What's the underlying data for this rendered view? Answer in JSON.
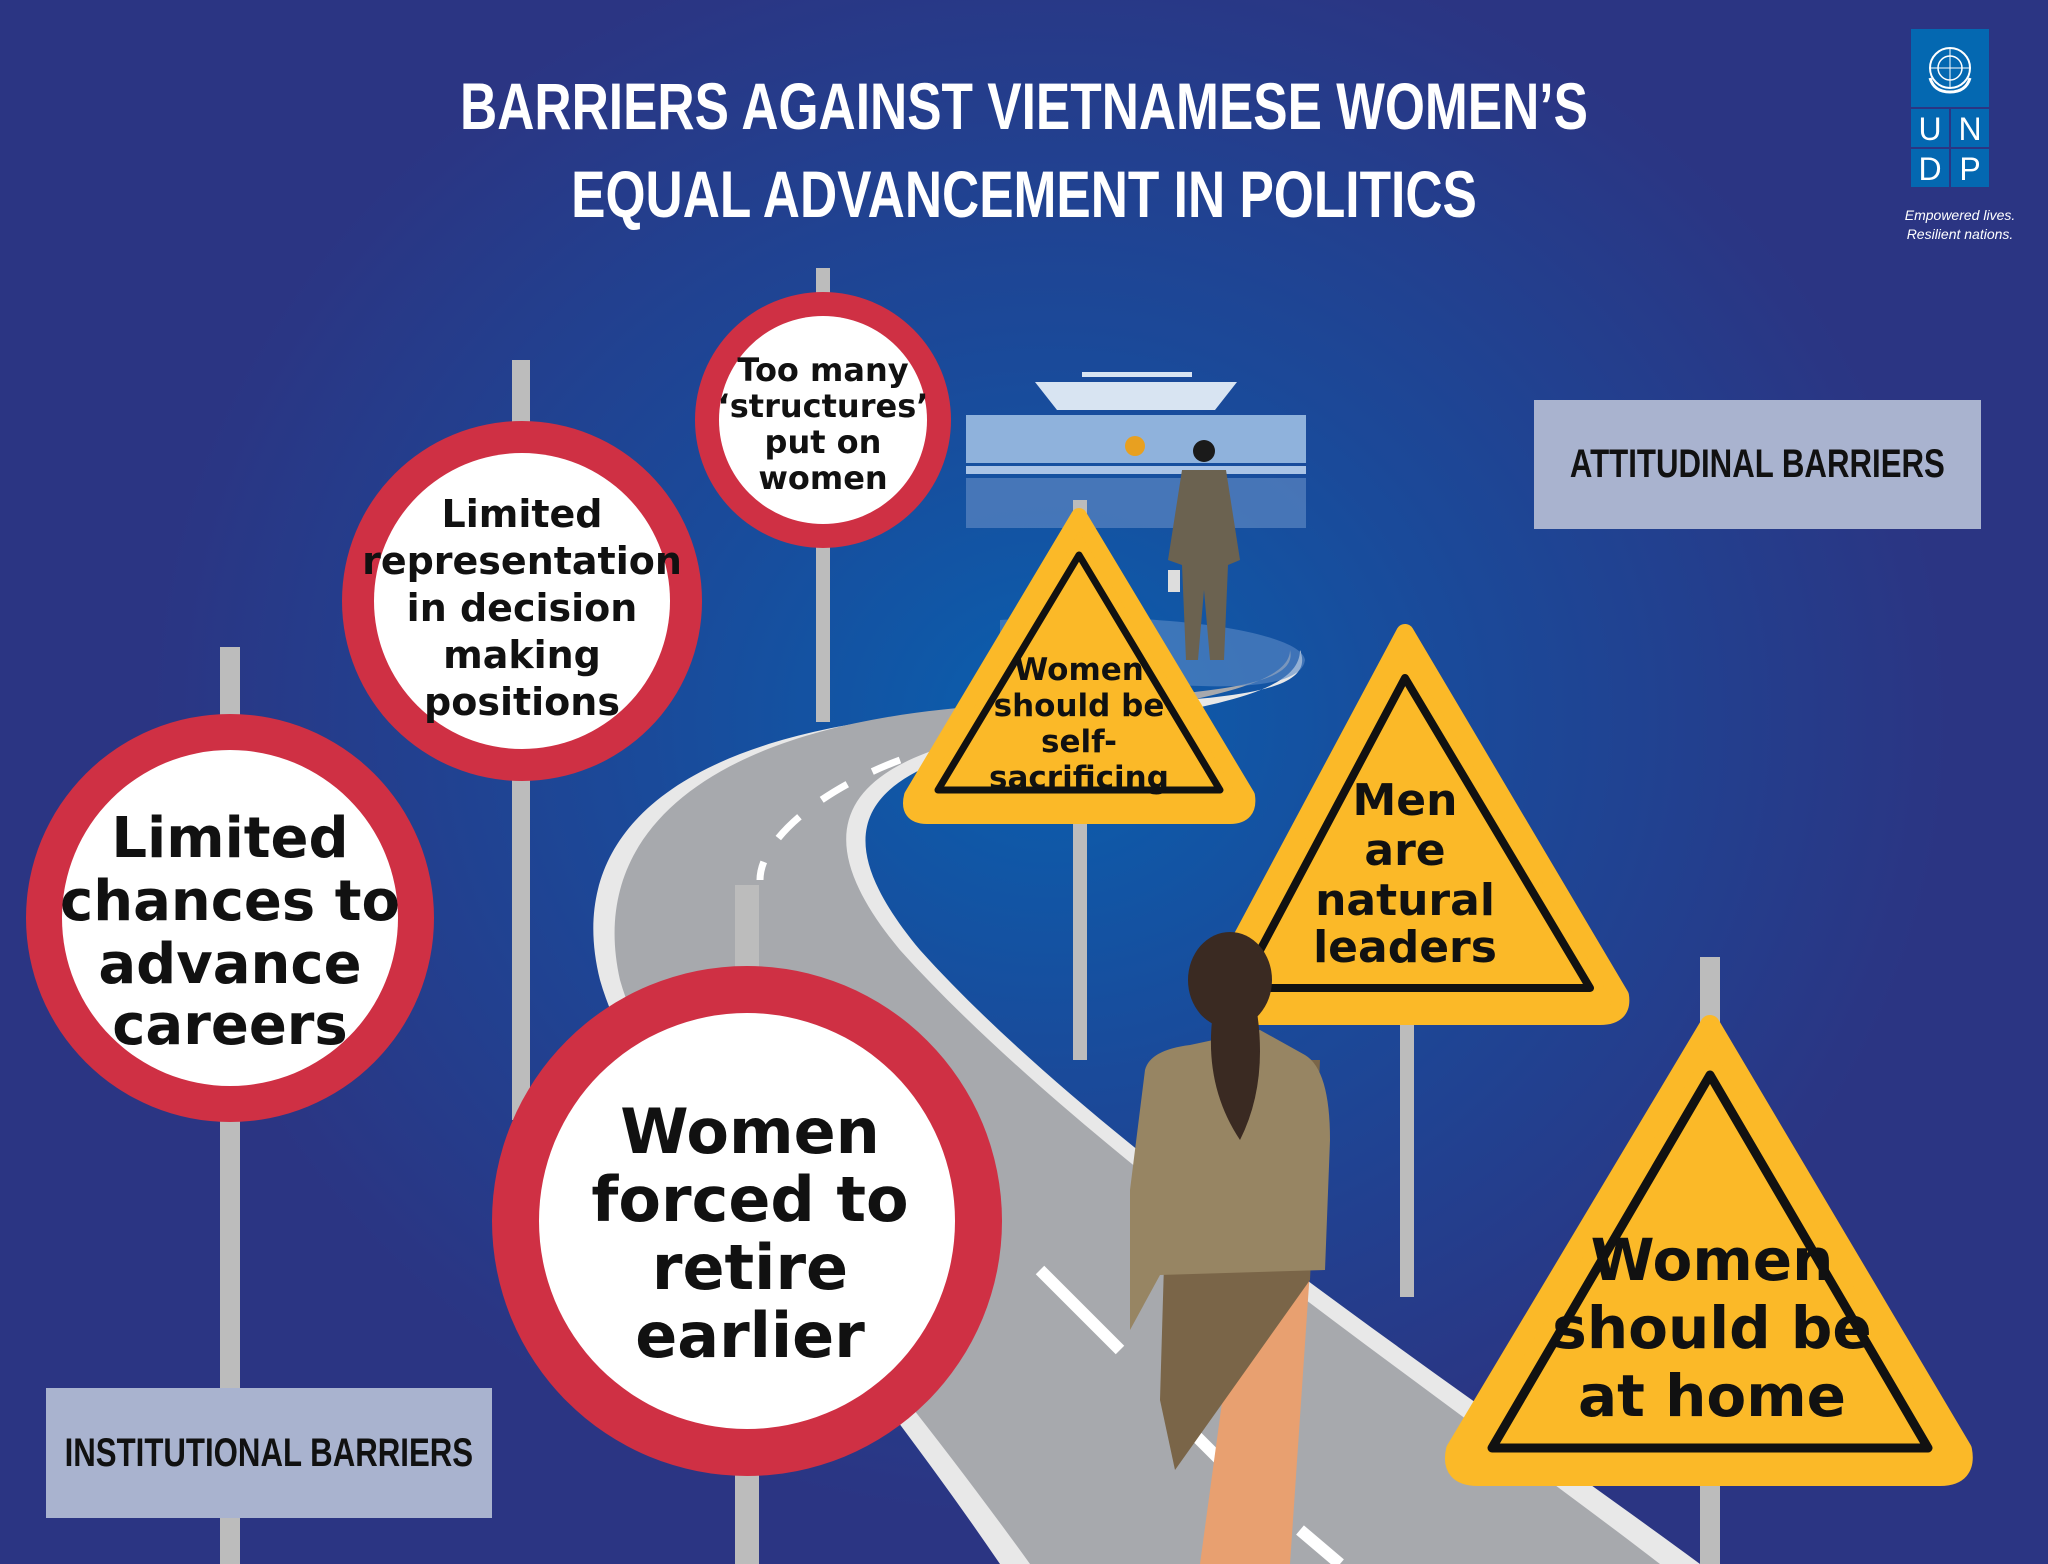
{
  "title": {
    "line1": "BARRIERS AGAINST VIETNAMESE WOMEN’S",
    "line2": "EQUAL ADVANCEMENT IN POLITICS"
  },
  "logo": {
    "letters": [
      "U",
      "N",
      "D",
      "P"
    ],
    "tagline1": "Empowered lives.",
    "tagline2": "Resilient nations."
  },
  "labels": {
    "attitudinal": "ATTITUDINAL BARRIERS",
    "institutional": "INSTITUTIONAL BARRIERS"
  },
  "institutional_signs": [
    {
      "lines": [
        "Limited",
        "chances to",
        "advance",
        "careers"
      ]
    },
    {
      "lines": [
        "Limited",
        "representation",
        "in decision",
        "making",
        "positions"
      ]
    },
    {
      "lines": [
        "Too many",
        "‘structures’",
        "put on",
        "women"
      ]
    },
    {
      "lines": [
        "Women",
        "forced to",
        "retire",
        "earlier"
      ]
    }
  ],
  "attitudinal_signs": [
    {
      "lines": [
        "Women",
        "should be",
        "self-",
        "sacrificing"
      ]
    },
    {
      "lines": [
        "Men",
        "are",
        "natural",
        "leaders"
      ]
    },
    {
      "lines": [
        "Women",
        "should be",
        "at home"
      ]
    }
  ],
  "colors": {
    "circle_red": "#cf3044",
    "warning_yellow": "#fbb928",
    "pole_grey": "#bcbcbc"
  }
}
